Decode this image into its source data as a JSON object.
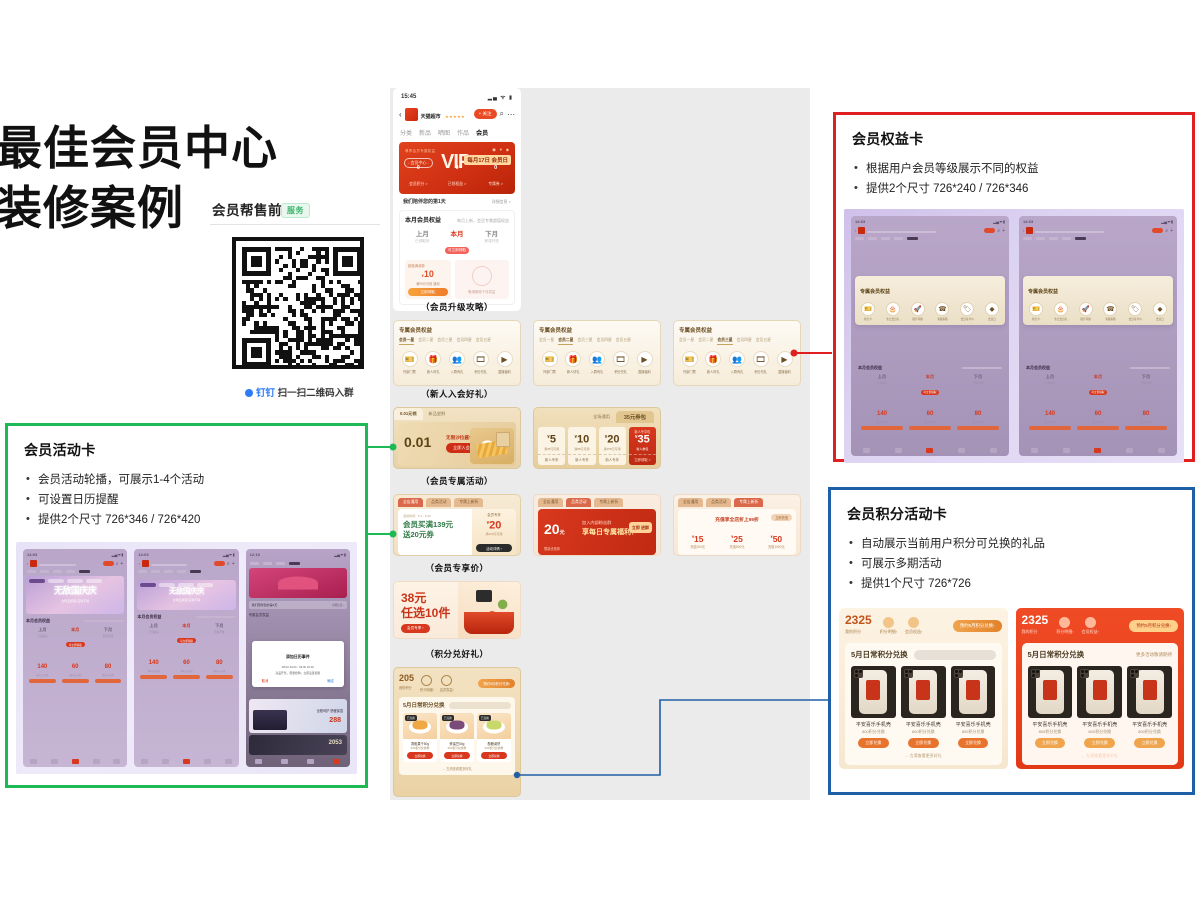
{
  "hero": {
    "title": "最佳会员中心\n装修案例",
    "subtitle": "会员帮售前群",
    "badge": "服务",
    "qr_caption": "扫一扫二维码入群",
    "qr_brand": "钉钉"
  },
  "phone": {
    "status_time": "15:45",
    "status_icons": "▂▄ ᯤ ▮",
    "nav": {
      "back": "‹",
      "shop_name": "天猫超市",
      "shop_sub": "5000万人关注",
      "stars": "★★★★★",
      "follow": "+ 关注",
      "search_icon": "search-icon",
      "more_icon": "more-icon"
    },
    "tabs": [
      "分类",
      "新品",
      "晒图",
      "作品",
      "会员"
    ],
    "active_tab": "会员",
    "vip_banner": {
      "word": "VIP",
      "day_badge": "每月17日 会员日",
      "chip": "- 会员中心 -",
      "small_text": "尊享会员专属权益",
      "cells": [
        {
          "value": "0",
          "label": "会员积分 >"
        },
        {
          "value": "0",
          "label": "已领权益 >"
        },
        {
          "value": "0",
          "label": "专属券 >"
        }
      ]
    },
    "vip_note": {
      "left": "我们陪伴您的第1天",
      "right": "详细信息 >"
    },
    "benefits": {
      "title": "本月会员权益",
      "hint": "每月上新，会员专属超值权益",
      "months": [
        {
          "name": "上月",
          "tag": "已领取完",
          "active": false
        },
        {
          "name": "本月",
          "tag": "可立即领取",
          "active": true
        },
        {
          "name": "下月",
          "tag": "即将开放",
          "active": false
        }
      ],
      "left_tag": "超值满减券",
      "amount": "10",
      "amount_unit": "¥",
      "amount_sub": "满99元可用\n通用",
      "left_btn": "立即领取",
      "right_text": "敬请期待下月权益"
    },
    "sections": [
      {
        "label": "（会员升级攻略）"
      },
      {
        "label": "（新人入会好礼）"
      },
      {
        "label": "（会员专属活动）"
      },
      {
        "label": "（会员专享价）"
      },
      {
        "label": "（积分兑好礼）"
      }
    ],
    "rights_cards": [
      {
        "title": "专属会员权益",
        "tabs": [
          "会员一星",
          "会员二星",
          "会员三星",
          "会员四星",
          "会员五星"
        ],
        "active_index": 0,
        "icons": [
          {
            "name": "外部门票",
            "glyph": "🎫"
          },
          {
            "name": "新人好礼",
            "glyph": "🎁"
          },
          {
            "name": "入群有礼",
            "glyph": "👥"
          },
          {
            "name": "积分兑礼",
            "glyph": "🎞"
          },
          {
            "name": "直播福利",
            "glyph": "▶"
          }
        ]
      },
      {
        "title": "专属会员权益",
        "tabs": [
          "会员一星",
          "会员二星",
          "会员三星",
          "会员四星",
          "会员五星"
        ],
        "active_index": 1,
        "icons": [
          {
            "name": "外部门票",
            "glyph": "🎫"
          },
          {
            "name": "新人好礼",
            "glyph": "🎁"
          },
          {
            "name": "入群有礼",
            "glyph": "👥"
          },
          {
            "name": "积分兑礼",
            "glyph": "🎞"
          },
          {
            "name": "直播福利",
            "glyph": "▶"
          }
        ]
      },
      {
        "title": "专属会员权益",
        "tabs": [
          "会员一星",
          "会员二星",
          "会员三星",
          "会员四星",
          "会员五星"
        ],
        "active_index": 2,
        "icons": [
          {
            "name": "外部门票",
            "glyph": "🎫"
          },
          {
            "name": "新人好礼",
            "glyph": "🎁"
          },
          {
            "name": "入群有礼",
            "glyph": "👥"
          },
          {
            "name": "积分兑礼",
            "glyph": "🎞"
          },
          {
            "name": "直播福利",
            "glyph": "▶"
          }
        ]
      }
    ],
    "newcomer": {
      "coupon_card": {
        "tab_active": "0.01元领",
        "tab_dim": "新品尝鲜",
        "price": "0.01",
        "desc": "无限沙拉酱包",
        "btn": "立即入会 >"
      },
      "voucher_card": {
        "tab_dim": "全场通用",
        "tab_active": "35元券包",
        "vouchers": [
          {
            "amount": "5",
            "cond": "满38元可用",
            "foot": "新人专享",
            "highlight": false
          },
          {
            "amount": "10",
            "cond": "满88元可用",
            "foot": "新人专享",
            "highlight": false
          },
          {
            "amount": "20",
            "cond": "满158元可用",
            "foot": "新人专享",
            "highlight": false
          },
          {
            "amount": "35",
            "cond": "新人券包",
            "foot": "立即领取 >",
            "top": "新人专享包",
            "highlight": true
          }
        ]
      }
    },
    "activities": {
      "spend_card": {
        "tabs": [
          "全店通用",
          "品类活动",
          "专属上新折"
        ],
        "active_index": 0,
        "tiny": "活动时间：5.1 - 5.20",
        "line1": "会员买满139元",
        "line2": "送20元券",
        "right_head": "会员专享",
        "right_amt": "20",
        "right_unit": "¥",
        "right_sub": "满139元可用",
        "right_btn": "活动详情 ›"
      },
      "group_card": {
        "tabs": [
          "全店通用",
          "品类活动",
          "专属上新折"
        ],
        "active_index": 1,
        "amount": "20",
        "amount_unit": "元",
        "amount_sub": "限量优惠券",
        "t1": "加入内部粉丝群",
        "t2": "享每日专属福利！",
        "btn": "立即\n进群"
      },
      "recharge_card": {
        "tabs": [
          "全店通用",
          "品类活动",
          "专属上新折"
        ],
        "active_index": 2,
        "title": "充值享全店折上95折",
        "pill": "立即充值",
        "items": [
          {
            "value": "15",
            "unit": "¥",
            "name": "充值200元"
          },
          {
            "value": "25",
            "unit": "¥",
            "name": "充值500元"
          },
          {
            "value": "50",
            "unit": "¥",
            "name": "充值1000元"
          }
        ]
      }
    },
    "member_price_card": {
      "line1": "38元",
      "line2": "任选10件",
      "btn": "会员专享 ›"
    },
    "points_card": {
      "score": "205",
      "score_label": "我的积分",
      "icons": [
        {
          "name": "积分明细›",
          "glyph": "◷"
        },
        {
          "name": "会员权益›",
          "glyph": "♡"
        }
      ],
      "btn": "预约5月积分兑换›",
      "panel_title": "5月日常积分兑换",
      "goods": [
        {
          "tag": "已兑换",
          "name": "香蕉果干50g",
          "points": "600积分兑换券",
          "btn": "立即兑换"
        },
        {
          "tag": "已兑换",
          "name": "蜂蜜豆50g",
          "points": "600积分兑换券",
          "btn": "立即兑换"
        },
        {
          "tag": "已兑换",
          "name": "酥脆薯饼",
          "points": "600积分兑换券",
          "btn": "立即兑换"
        }
      ],
      "foot": "← 左滑查看更多好礼"
    }
  },
  "annotations": [
    {
      "id": "green",
      "color": "#1db954",
      "title": "会员活动卡",
      "bullets": [
        "会员活动轮播，可展示1-4个活动",
        "可设置日历提醒",
        "提供2个尺寸 726*346 / 726*420"
      ],
      "shots": [
        {
          "status_time": "14:03",
          "banner_word": "无敌国庆庆",
          "banner_sub": "全场五折起 狂欢不停",
          "ben_title": "本月会员权益",
          "months": [
            "上月",
            "本月",
            "下月"
          ],
          "month_tags": [
            "已领取完",
            "可立即领取",
            "即将开放"
          ],
          "values": [
            "140",
            "60",
            "80"
          ]
        },
        {
          "status_time": "14:03",
          "banner_word": "无敌国庆庆",
          "banner_sub": "全场五折起 狂欢不停",
          "ben_title": "本月会员权益",
          "months": [
            "上月",
            "本月",
            "下月"
          ],
          "month_tags": [
            "已领取完",
            "可立即领取",
            "即将开放"
          ],
          "values": [
            "140",
            "60",
            "80"
          ]
        },
        {
          "status_time": "12:10",
          "dialog_title": "添加日历事件",
          "dialog_line1": "08:00 20:00 - 09:00 20:00",
          "dialog_line2": "商品开售，限量抢购，立即设置提醒",
          "dialog_cancel": "取消",
          "dialog_ok": "确定",
          "promo_price": "288",
          "promo_text": "全程呵护 舒缓保湿"
        }
      ]
    },
    {
      "id": "red",
      "color": "#e02020",
      "title": "会员权益卡",
      "bullets": [
        "根据用户会员等级展示不同的权益",
        "提供2个尺寸 726*240 / 726*346"
      ],
      "shots": [
        {
          "status_time": "14:03",
          "pop_title": "专属会员权益",
          "pop_icons": [
            {
              "name": "积分卡",
              "glyph": "🎫"
            },
            {
              "name": "生日会员礼",
              "glyph": "🎂"
            },
            {
              "name": "提升等级",
              "glyph": "🚀"
            },
            {
              "name": "专属客服",
              "glyph": "☎"
            },
            {
              "name": "会员专享价",
              "glyph": "🏷"
            },
            {
              "name": "会员日",
              "glyph": "◆"
            }
          ],
          "ben_title": "本月会员权益",
          "months": [
            "上月",
            "本月",
            "下月"
          ],
          "values": [
            "140",
            "60",
            "80"
          ]
        },
        {
          "status_time": "14:03",
          "pop_title": "专属会员权益",
          "pop_icons": [
            {
              "name": "积分卡",
              "glyph": "🎫"
            },
            {
              "name": "生日会员礼",
              "glyph": "🎂"
            },
            {
              "name": "提升等级",
              "glyph": "🚀"
            },
            {
              "name": "专属客服",
              "glyph": "☎"
            },
            {
              "name": "会员专享价",
              "glyph": "🏷"
            },
            {
              "name": "会员日",
              "glyph": "◆"
            }
          ],
          "ben_title": "本月会员权益",
          "months": [
            "上月",
            "本月",
            "下月"
          ],
          "values": [
            "140",
            "60",
            "80"
          ]
        }
      ]
    },
    {
      "id": "blue",
      "color": "#1f5fa8",
      "title": "会员积分活动卡",
      "bullets": [
        "自动展示当前用户积分可兑换的礼品",
        "可展示多期活动",
        "提供1个尺寸 726*726"
      ],
      "cards": [
        {
          "theme": "cream",
          "score": "2325",
          "score_label": "我的积分",
          "icons": [
            {
              "name": "积分明细›",
              "glyph": "◷"
            },
            {
              "name": "会员权益›",
              "glyph": "♡"
            }
          ],
          "btn": "预约5月积分兑换›",
          "panel_title": "5月日常积分兑换",
          "goods": [
            {
              "name": "平安喜乐手机壳",
              "points": "800积分兑换",
              "btn": "立即兑换"
            },
            {
              "name": "平安喜乐手机壳",
              "points": "800积分兑换",
              "btn": "立即兑换"
            },
            {
              "name": "平安喜乐手机壳",
              "points": "800积分兑换",
              "btn": "立即兑换"
            }
          ],
          "foot": "← 左滑查看更多好礼"
        },
        {
          "theme": "red",
          "score": "2325",
          "score_label": "我的积分",
          "icons": [
            {
              "name": "积分明细›",
              "glyph": "◷"
            },
            {
              "name": "会员权益›",
              "glyph": "♡"
            }
          ],
          "btn": "预约5月积分兑换›",
          "panel_title": "5月日常积分兑换",
          "panel_more": "更多活动敬请期待",
          "goods": [
            {
              "name": "平安喜乐手机壳",
              "points": "800积分兑换",
              "btn": "立即兑换"
            },
            {
              "name": "平安喜乐手机壳",
              "points": "800积分兑换",
              "btn": "立即兑换"
            },
            {
              "name": "平安喜乐手机壳",
              "points": "800积分兑换",
              "btn": "立即兑换"
            }
          ],
          "foot": "← 左滑查看更多好礼"
        }
      ]
    }
  ]
}
